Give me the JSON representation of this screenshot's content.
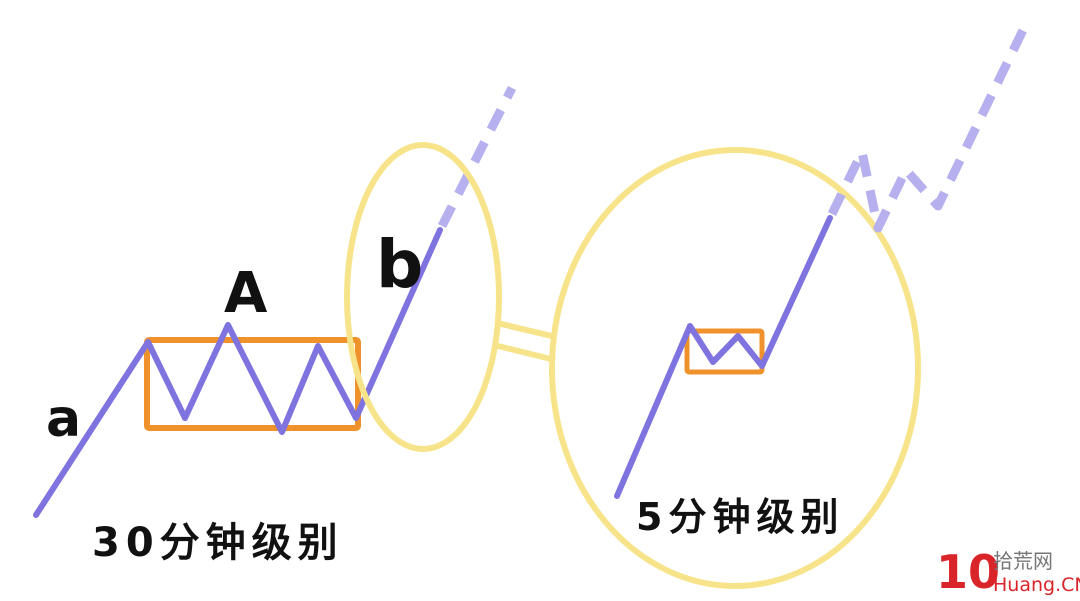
{
  "labels": {
    "a": "a",
    "A": "A",
    "b": "b",
    "level_30": "30分钟级别",
    "level_5": "5分钟级别"
  },
  "watermark": {
    "logo": "10",
    "cn_name": "拾荒网",
    "site": "Huang.CN"
  },
  "colors": {
    "trend_line": "#7f73df",
    "trend_dashed": "#b6b0ee",
    "hub_box": "#f0922c",
    "zoom_circle": "#f7e48a",
    "label_text": "#111111",
    "watermark_red": "#d9252a",
    "watermark_gray": "#777777"
  }
}
